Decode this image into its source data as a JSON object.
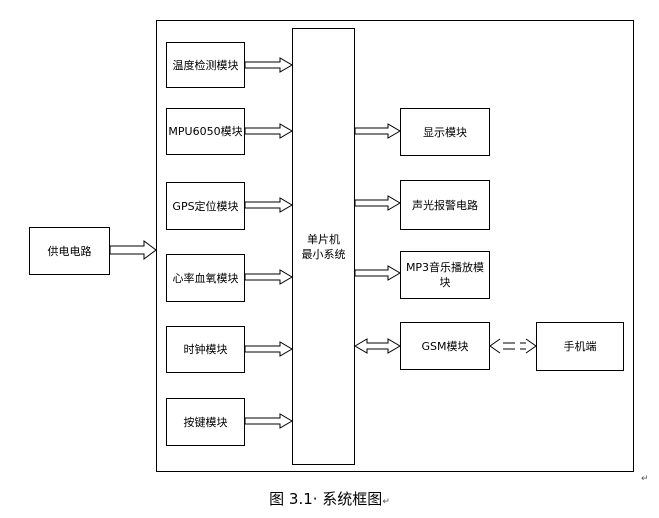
{
  "diagram": {
    "power": "供电电路",
    "mcu": "单片机\n最小系统",
    "left_modules": [
      "温度检测模块",
      "MPU6050模块",
      "GPS定位模块",
      "心率血氧模块",
      "时钟模块",
      "按键模块"
    ],
    "right_modules": [
      "显示模块",
      "声光报警电路",
      "MP3音乐播放模块",
      "GSM模块"
    ],
    "phone": "手机端"
  },
  "caption": "图 3.1· 系统框图",
  "marks": {
    "paragraph": "↵"
  }
}
